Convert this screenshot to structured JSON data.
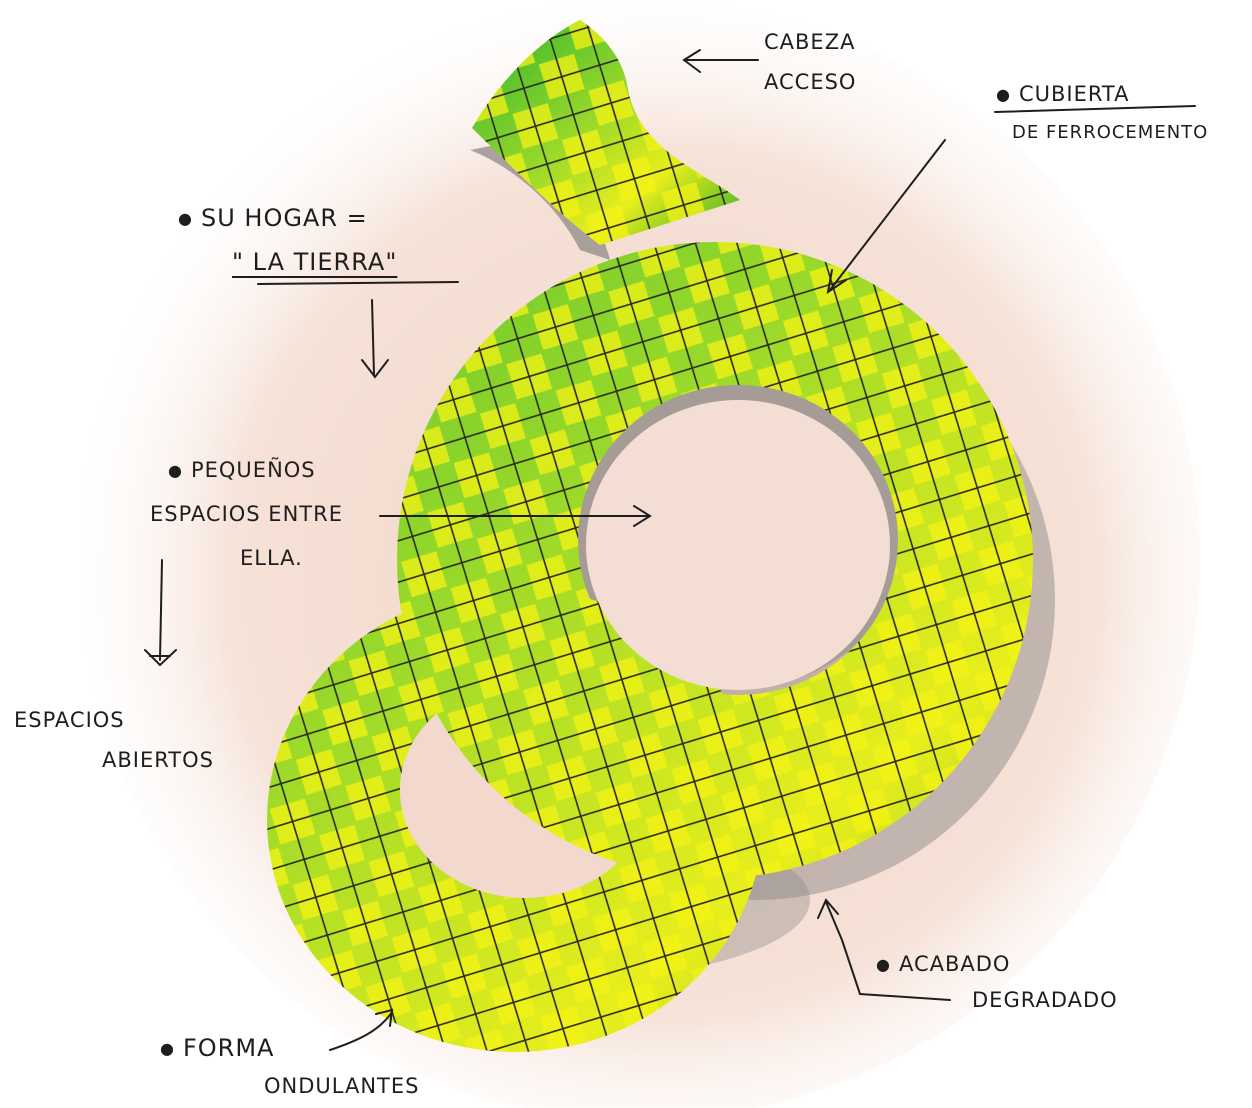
{
  "colors": {
    "background_wash": "#f3d9cd",
    "surface_dark_green": "#1fa82a",
    "surface_mid_green": "#4fc83a",
    "surface_yellow": "#f4f214",
    "shadow": "#8f8a87",
    "ink": "#1e1e1e"
  },
  "labels": {
    "cabeza": "CABEZA",
    "acceso": "ACCESO",
    "cubierta": "CUBIERTA",
    "ferrocemento": "DE FERROCEMENTO",
    "su_hogar": "SU HOGAR =",
    "la_tierra": "\" LA TIERRA\"",
    "pequenos": "PEQUEÑOS",
    "espacios_entre": "ESPACIOS ENTRE",
    "ella": "ELLA.",
    "espacios": "ESPACIOS",
    "abiertos": "ABIERTOS",
    "acabado": "ACABADO",
    "degradado": "DEGRADADO",
    "forma": "FORMA",
    "ondulantes": "ONDULANTES"
  }
}
